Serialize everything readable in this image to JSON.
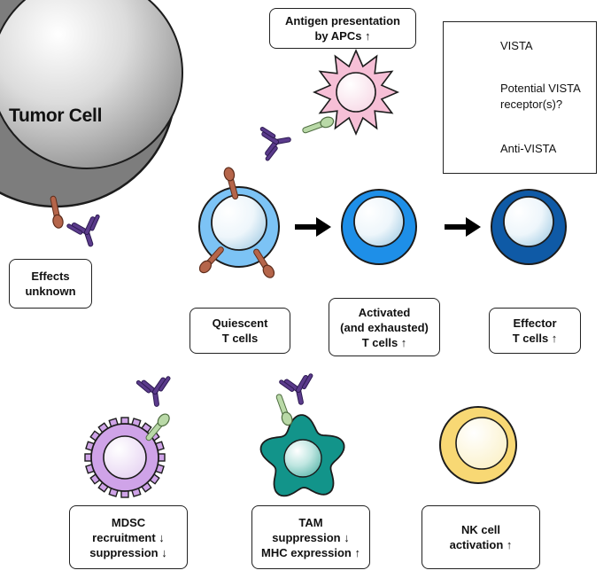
{
  "tumor_cell": {
    "label": "Tumor Cell"
  },
  "legend": {
    "vista": "VISTA",
    "receptor_line1": "Potential VISTA",
    "receptor_line2": "receptor(s)?",
    "anti_vista": "Anti-VISTA"
  },
  "labels": {
    "antigen": [
      "Antigen presentation",
      "by APCs ↑"
    ],
    "effects": [
      "Effects",
      "unknown"
    ],
    "quiescent": [
      "Quiescent",
      "T cells"
    ],
    "activated": [
      "Activated",
      "(and exhausted)",
      "T cells ↑"
    ],
    "effector": [
      "Effector",
      "T cells ↑"
    ],
    "mdsc": [
      "MDSC",
      "recruitment ↓",
      "suppression ↓"
    ],
    "tam": [
      "TAM",
      "suppression ↓",
      "MHC expression ↑"
    ],
    "nk": [
      "NK cell",
      "activation ↑"
    ]
  },
  "colors": {
    "vista": "#b9d9a7",
    "receptor": "#b5654a",
    "antibody": "#5b3b8c",
    "apc": "#f6bfd6",
    "quiescent": "#7cc3f5",
    "activated": "#1e8fe8",
    "effector": "#0f5aa6",
    "mdsc": "#cfa3e8",
    "tam": "#12948a",
    "nk": "#f8d874",
    "tumor": "#7d7d7d"
  }
}
